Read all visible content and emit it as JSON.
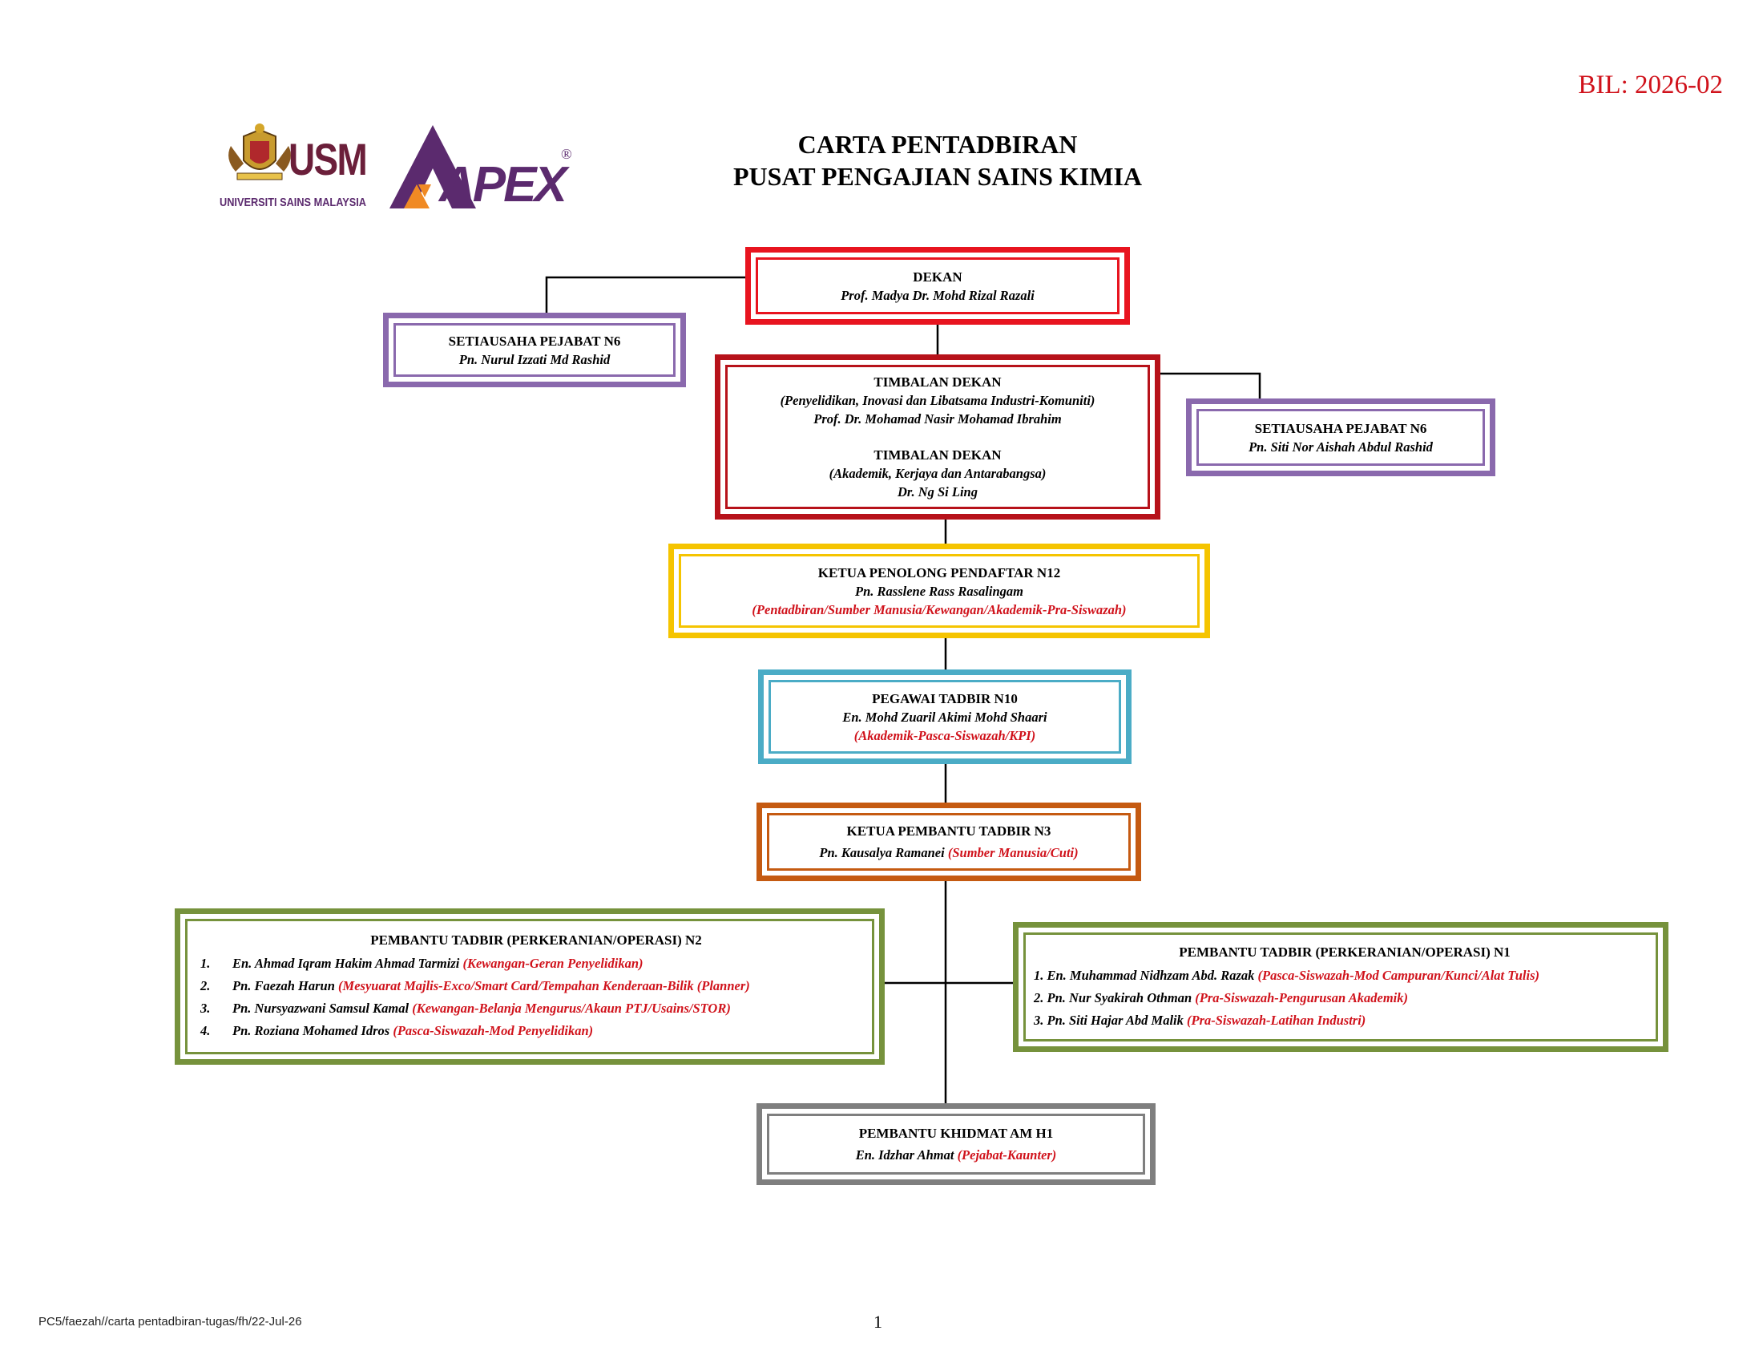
{
  "ref_no": "BIL: 2026-02",
  "title": {
    "line1": "CARTA PENTADBIRAN",
    "line2": "PUSAT PENGAJIAN SAINS KIMIA"
  },
  "logos": {
    "usm": "USM",
    "usm_caption": "UNIVERSITI SAINS MALAYSIA",
    "apex": "APEX",
    "registered": "®"
  },
  "colors": {
    "red": "#e8141f",
    "darkred": "#b7121a",
    "purple": "#8a69ad",
    "yellow": "#f5c400",
    "blue": "#4bacc6",
    "orange": "#c55a11",
    "green": "#76923c",
    "gray": "#7f7f7f",
    "accent_text": "#d0121b"
  },
  "dekan": {
    "title": "DEKAN",
    "name": "Prof. Madya Dr. Mohd Rizal Razali"
  },
  "setiausaha_left": {
    "title": "SETIAUSAHA PEJABAT N6",
    "name": "Pn. Nurul Izzati Md Rashid"
  },
  "setiausaha_right": {
    "title": "SETIAUSAHA PEJABAT N6",
    "name": "Pn. Siti Nor Aishah Abdul Rashid"
  },
  "timbalan": {
    "title1": "TIMBALAN DEKAN",
    "portfolio1": "(Penyelidikan, Inovasi dan Libatsama Industri-Komuniti)",
    "name1": "Prof. Dr. Mohamad Nasir Mohamad Ibrahim",
    "title2": "TIMBALAN  DEKAN",
    "portfolio2": "(Akademik, Kerjaya dan Antarabangsa)",
    "name2": "Dr. Ng Si Ling"
  },
  "ketua_penolong": {
    "title": "KETUA PENOLONG PENDAFTAR N12",
    "name": "Pn. Rasslene Rass Rasalingam",
    "duty": "(Pentadbiran/Sumber Manusia/Kewangan/Akademik-Pra-Siswazah)"
  },
  "pegawai": {
    "title": "PEGAWAI TADBIR N10",
    "name": "En. Mohd Zuaril Akimi Mohd Shaari",
    "duty": "(Akademik-Pasca-Siswazah/KPI)"
  },
  "ketua_pembantu": {
    "title": "KETUA PEMBANTU TADBIR N3",
    "name": "Pn. Kausalya Ramanei",
    "duty": "(Sumber Manusia/Cuti)"
  },
  "pembantu_n2": {
    "title": "PEMBANTU TADBIR (PERKERANIAN/OPERASI) N2",
    "items": [
      {
        "num": "1.",
        "name": "En. Ahmad Iqram Hakim Ahmad Tarmizi",
        "duty": "(Kewangan-Geran Penyelidikan)"
      },
      {
        "num": "2.",
        "name": "Pn. Faezah Harun",
        "duty": "(Mesyuarat Majlis-Exco/Smart Card/Tempahan Kenderaan-Bilik (Planner)"
      },
      {
        "num": "3.",
        "name": "Pn. Nursyazwani Samsul Kamal",
        "duty": "(Kewangan-Belanja Mengurus/Akaun PTJ/Usains/STOR)"
      },
      {
        "num": "4.",
        "name": "Pn. Roziana Mohamed Idros ",
        "duty": "(Pasca-Siswazah-Mod Penyelidikan)"
      }
    ]
  },
  "pembantu_n1": {
    "title": "PEMBANTU TADBIR (PERKERANIAN/OPERASI) N1",
    "items": [
      {
        "num": "1.",
        "name": "En. Muhammad Nidhzam Abd. Razak",
        "duty": "(Pasca-Siswazah-Mod Campuran/Kunci/Alat Tulis)"
      },
      {
        "num": "2.",
        "name": "Pn. Nur Syakirah Othman",
        "duty": "(Pra-Siswazah-Pengurusan Akademik)"
      },
      {
        "num": "3.",
        "name": "Pn. Siti Hajar Abd Malik",
        "duty": "(Pra-Siswazah-Latihan Industri)"
      }
    ]
  },
  "khidmat": {
    "title": "PEMBANTU KHIDMAT AM H1",
    "name": "En. Idzhar Ahmat",
    "duty": "(Pejabat-Kaunter)"
  },
  "footer": {
    "path": "PC5/faezah//carta pentadbiran-tugas/fh/22-Jul-26",
    "page": "1"
  }
}
